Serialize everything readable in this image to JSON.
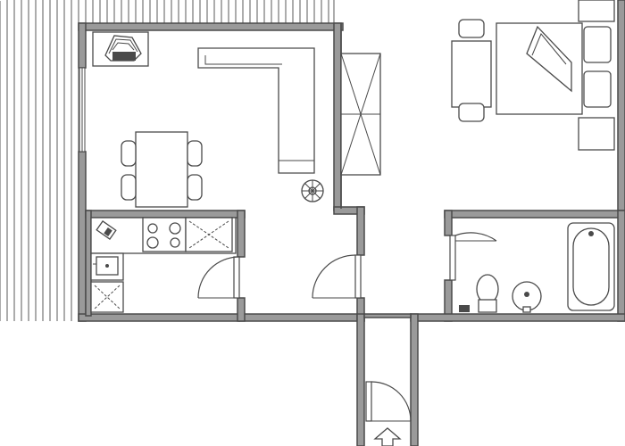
{
  "plan": {
    "rooms": [
      {
        "id": "terrace",
        "kind": "terrace"
      },
      {
        "id": "living-kitchen",
        "kind": "living room with kitchen"
      },
      {
        "id": "bedroom",
        "kind": "bedroom"
      },
      {
        "id": "kitchenette",
        "kind": "kitchen"
      },
      {
        "id": "bathroom",
        "kind": "bathroom"
      },
      {
        "id": "entrance-corridor",
        "kind": "corridor"
      }
    ],
    "fixtures": [
      "sofa",
      "dining-table",
      "chairs",
      "stove",
      "sink",
      "washing-machine",
      "armchair",
      "wardrobe",
      "bed",
      "desk",
      "nightstands",
      "toilet",
      "washbasin",
      "bathtub",
      "spiral-stair"
    ],
    "colors": {
      "wall_fill": "#9a9a9a",
      "line": "#4a4a4a",
      "background": "#ffffff"
    }
  }
}
